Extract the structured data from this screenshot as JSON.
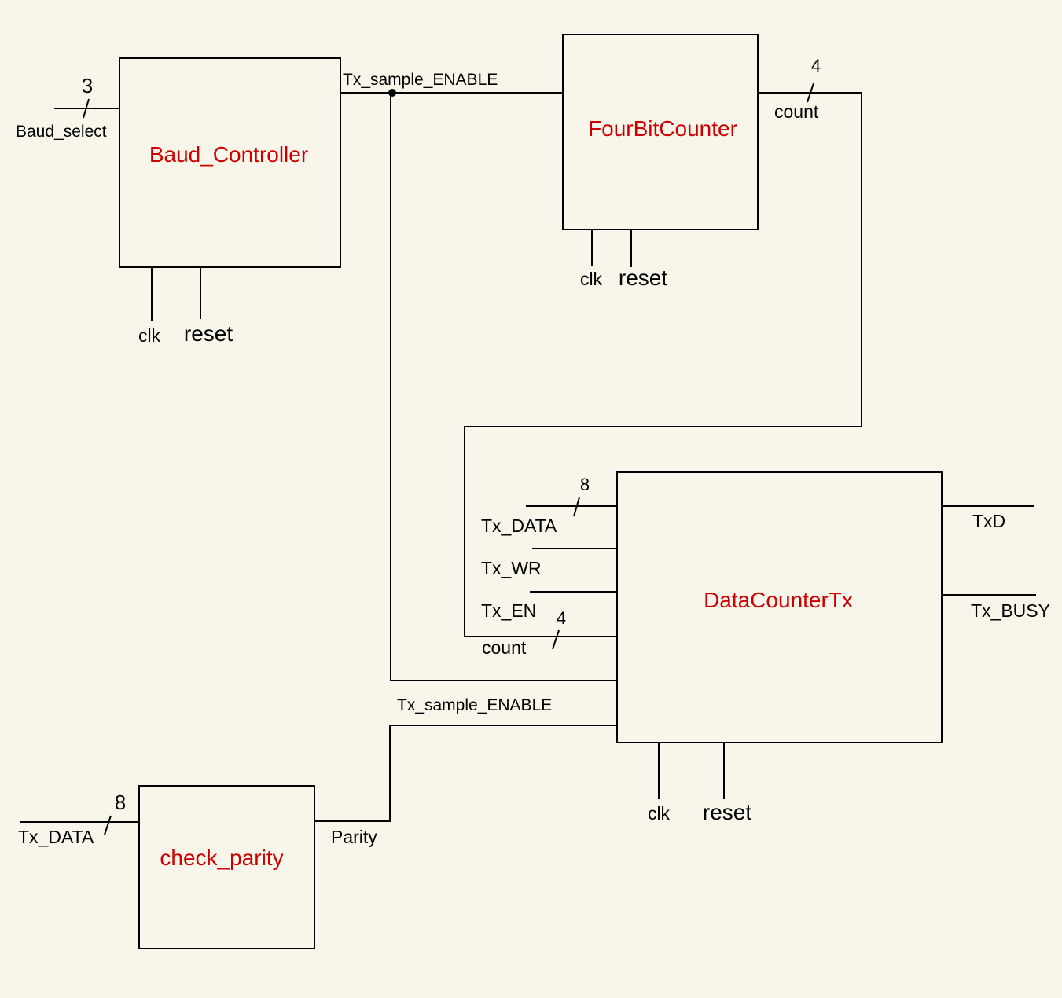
{
  "colors": {
    "background": "#f8f6ea",
    "block_name": "#cc0000",
    "line": "#000000"
  },
  "blocks": {
    "baud_controller": {
      "name": "Baud_Controller",
      "clk": "clk",
      "reset": "reset"
    },
    "four_bit_counter": {
      "name": "FourBitCounter",
      "clk": "clk",
      "reset": "reset"
    },
    "data_counter_tx": {
      "name": "DataCounterTx",
      "clk": "clk",
      "reset": "reset"
    },
    "check_parity": {
      "name": "check_parity"
    }
  },
  "signals": {
    "baud_select": "Baud_select",
    "baud_select_width": "3",
    "tx_sample_enable_top": "Tx_sample_ENABLE",
    "counter_count": "count",
    "counter_count_width": "4",
    "dc_tx_data": "Tx_DATA",
    "dc_tx_data_width": "8",
    "dc_tx_wr": "Tx_WR",
    "dc_tx_en": "Tx_EN",
    "dc_count": "count",
    "dc_count_width": "4",
    "tx_sample_enable_bottom": "Tx_sample_ENABLE",
    "txd": "TxD",
    "tx_busy": "Tx_BUSY",
    "cp_tx_data": "Tx_DATA",
    "cp_tx_data_width": "8",
    "parity": "Parity"
  }
}
